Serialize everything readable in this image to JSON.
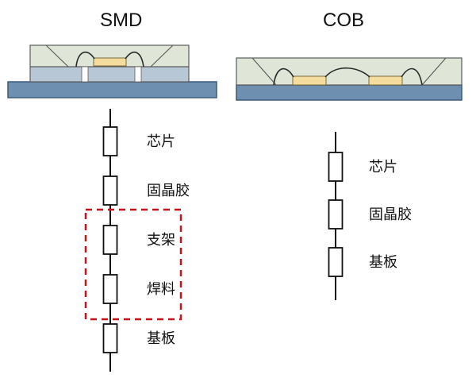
{
  "colors": {
    "substrate": "#6f8fb0",
    "substrate_dark": "#3a5a7c",
    "body_fill": "#dfe6d8",
    "body_stroke": "#5c5c5c",
    "chip_fill": "#f3dc9e",
    "chip_stroke": "#7b6a3c",
    "bond_wire": "#2b2b2b",
    "pad_fill": "#b8c7d6",
    "line": "#111111",
    "resistor_fill": "#ffffff",
    "highlight_box": "#c4141b"
  },
  "diagrams": {
    "smd": {
      "title": "SMD",
      "layers": [
        "芯片",
        "固晶胶",
        "支架",
        "焊料",
        "基板"
      ],
      "highlight_layers": [
        "支架",
        "焊料"
      ]
    },
    "cob": {
      "title": "COB",
      "layers": [
        "芯片",
        "固晶胶",
        "基板"
      ]
    }
  }
}
